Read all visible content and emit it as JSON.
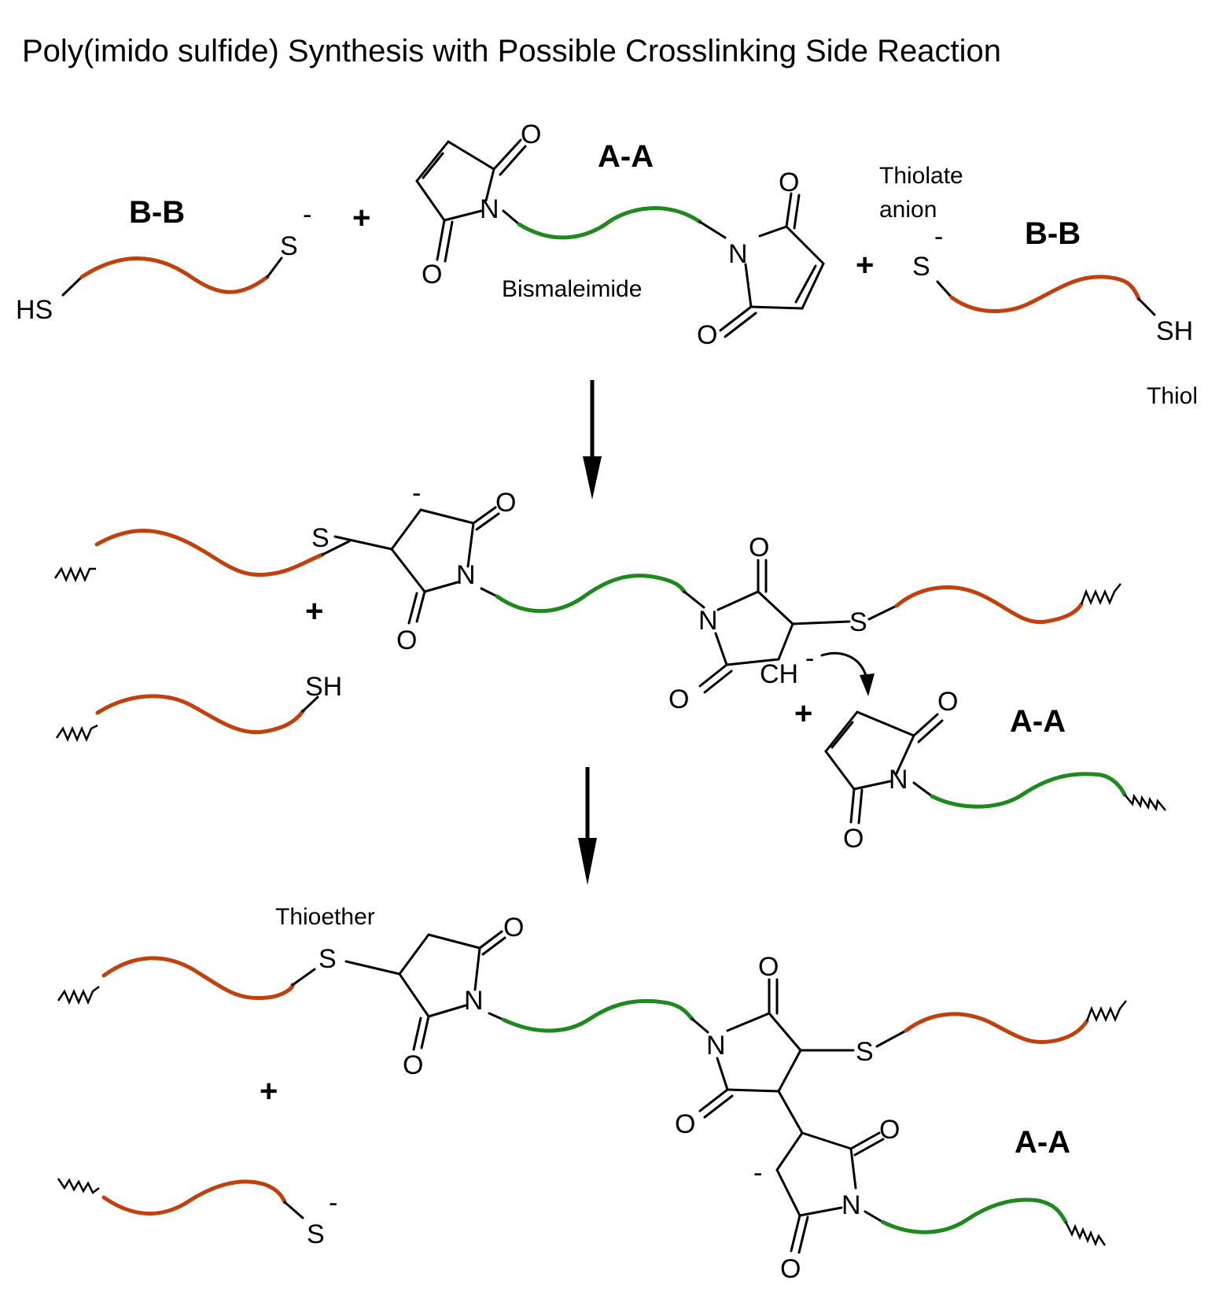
{
  "title": "Poly(imido sulfide) Synthesis with Possible Crosslinking Side Reaction",
  "labels": {
    "bb_left": "B-B",
    "aa_top": "A-A",
    "bb_right": "B-B",
    "aa_mid": "A-A",
    "aa_bottom": "A-A",
    "thiolate_anion_line1": "Thiolate",
    "thiolate_anion_line2": "anion",
    "bismaleimide": "Bismaleimide",
    "thiol": "Thiol",
    "thioether": "Thioether"
  },
  "atoms": {
    "hs": "HS",
    "s": "S",
    "sh": "SH",
    "n": "N",
    "o": "O",
    "ch": "CH",
    "minus": "-",
    "plus": "+"
  },
  "colors": {
    "bb_chain": "#c0410b",
    "aa_chain": "#1e8a1e",
    "bonds": "#000000"
  }
}
